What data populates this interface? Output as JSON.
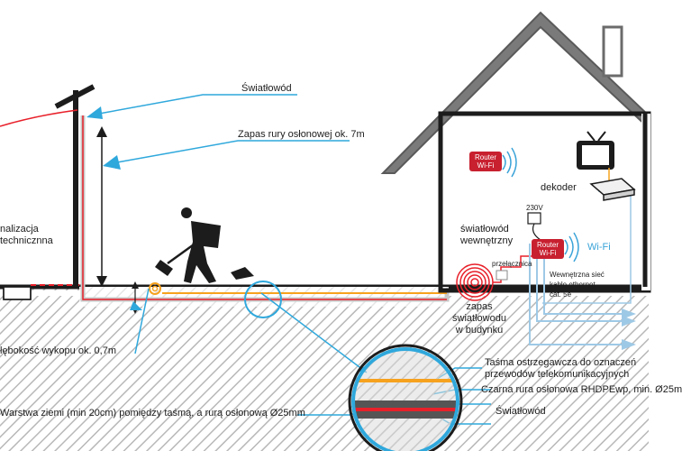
{
  "diagram": {
    "labels": {
      "fiber_top": "Światłowód",
      "conduit_reserve": "Zapas rury osłonowej ok. 7m",
      "sewer_line1": "nalizacja",
      "sewer_line2": "technicznna",
      "depth": "łębokość wykopu ok. 0,7m",
      "soil_layer": "Warstwa ziemi (min 20cm) pomiędzy taśmą, a rurą osłonową Ø25mm",
      "tape_line1": "Taśma ostrzegawcza do oznaczeń",
      "tape_line2": "przewodów telekomunikacyjnych",
      "conduit": "Czarna rura osłonowa RHDPEwp, min. Ø25m",
      "fiber_bottom": "Światłowód",
      "reserve_line1": "zapas",
      "reserve_line2": "światłowodu",
      "reserve_line3": "w budynku",
      "indoor_fiber_line1": "światłowód",
      "indoor_fiber_line2": "wewnętrzny",
      "switch": "przełącznica",
      "voltage": "230V",
      "decoder": "dekoder",
      "wifi": "Wi-Fi",
      "lan_line1": "Wewnętrzna sieć",
      "lan_line2": "kable ethernet",
      "lan_line3": "cat. 5e",
      "router_line1": "Router",
      "router_line2": "Wi-Fi"
    },
    "colors": {
      "fiber": "#e8202a",
      "callout": "#2fa8dc",
      "orange_tape": "#f6a21e",
      "ground": "#8a8a8a",
      "wall": "#1c1c1c",
      "roof": "#6b6b6b"
    }
  }
}
